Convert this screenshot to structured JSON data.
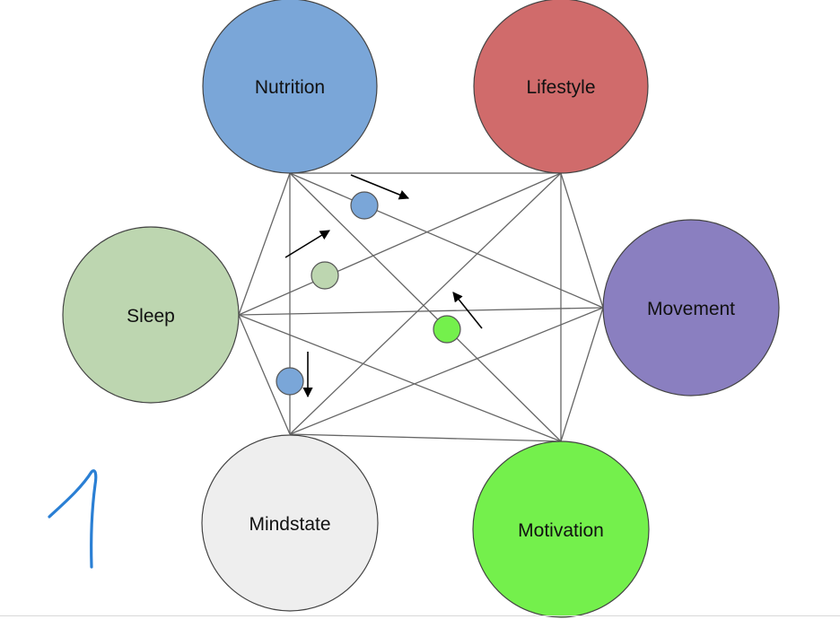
{
  "nodes": [
    {
      "id": "nutrition",
      "label": "Nutrition",
      "color": "#7aa6d8"
    },
    {
      "id": "lifestyle",
      "label": "Lifestyle",
      "color": "#d06b6b"
    },
    {
      "id": "sleep",
      "label": "Sleep",
      "color": "#bdd6b0"
    },
    {
      "id": "movement",
      "label": "Movement",
      "color": "#8a7fc0"
    },
    {
      "id": "mindstate",
      "label": "Mindstate",
      "color": "#eeeeee"
    },
    {
      "id": "motivation",
      "label": "Motivation",
      "color": "#74f04c"
    }
  ],
  "connections": "every node linked to every other node",
  "moving_dots": [
    {
      "color": "#7aa6d8"
    },
    {
      "color": "#bdd6b0"
    },
    {
      "color": "#74f04c"
    },
    {
      "color": "#7aa6d8"
    }
  ],
  "handwriting_mark": {
    "color": "#2a7fd4"
  }
}
